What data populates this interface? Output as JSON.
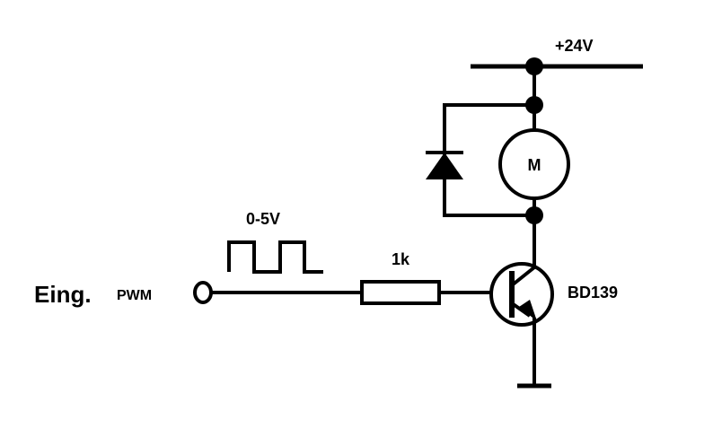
{
  "labels": {
    "supply": "+24V",
    "motor": "M",
    "signal_level": "0-5V",
    "resistor": "1k",
    "input": "Eing.",
    "pwm": "PWM",
    "transistor": "BD139"
  },
  "colors": {
    "ink": "#000000",
    "background": "#ffffff"
  }
}
